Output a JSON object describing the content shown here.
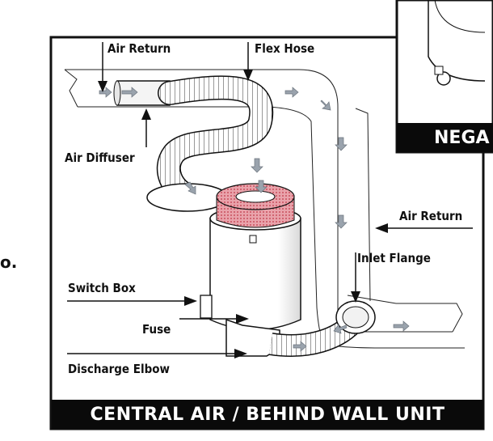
{
  "diagram": {
    "banner_title": "CENTRAL AIR / BEHIND WALL UNIT",
    "inset_label": "NEGA",
    "stray_text": "o.",
    "labels": {
      "air_return_top": "Air Return",
      "flex_hose": "Flex Hose",
      "air_diffuser": "Air Diffuser",
      "air_return_right": "Air Return",
      "inlet_flange": "Inlet Flange",
      "switch_box": "Switch Box",
      "fuse": "Fuse",
      "discharge_elbow": "Discharge Elbow"
    },
    "colors": {
      "line": "#111111",
      "flow_arrow": "#9aa3ad",
      "filter_pink": "#e9a3ab",
      "filter_dot": "#c03848",
      "panel_bg": "#ffffff",
      "banner_bg": "#0a0a0a"
    }
  }
}
